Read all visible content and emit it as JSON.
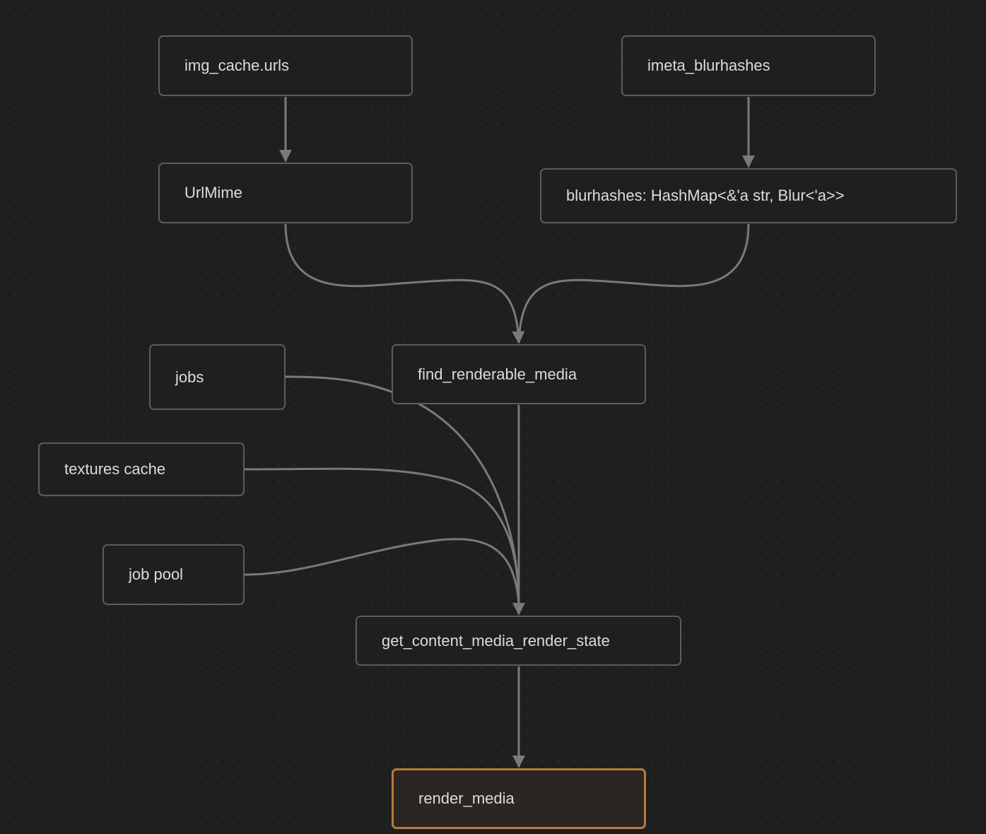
{
  "nodes": {
    "img_cache_urls": {
      "label": "img_cache.urls"
    },
    "imeta_blurhashes": {
      "label": "imeta_blurhashes"
    },
    "urlmime": {
      "label": "UrlMime"
    },
    "blurhashes": {
      "label": "blurhashes: HashMap<&'a str, Blur<'a>>"
    },
    "jobs": {
      "label": "jobs"
    },
    "find_renderable_media": {
      "label": "find_renderable_media"
    },
    "textures_cache": {
      "label": "textures cache"
    },
    "job_pool": {
      "label": "job pool"
    },
    "get_content_media_render_state": {
      "label": "get_content_media_render_state"
    },
    "render_media": {
      "label": "render_media"
    }
  },
  "edges": [
    {
      "from": "img_cache_urls",
      "to": "urlmime"
    },
    {
      "from": "imeta_blurhashes",
      "to": "blurhashes"
    },
    {
      "from": "urlmime",
      "to": "find_renderable_media"
    },
    {
      "from": "blurhashes",
      "to": "find_renderable_media"
    },
    {
      "from": "jobs",
      "to": "get_content_media_render_state"
    },
    {
      "from": "textures_cache",
      "to": "get_content_media_render_state"
    },
    {
      "from": "job_pool",
      "to": "get_content_media_render_state"
    },
    {
      "from": "find_renderable_media",
      "to": "get_content_media_render_state"
    },
    {
      "from": "get_content_media_render_state",
      "to": "render_media"
    }
  ],
  "colors": {
    "background": "#1f1f1f",
    "node_border": "#5c5c5c",
    "node_text": "#dcdcdc",
    "edge": "#7a7a7a",
    "highlight_border": "#b87a3c",
    "highlight_fill": "#2b2621"
  }
}
